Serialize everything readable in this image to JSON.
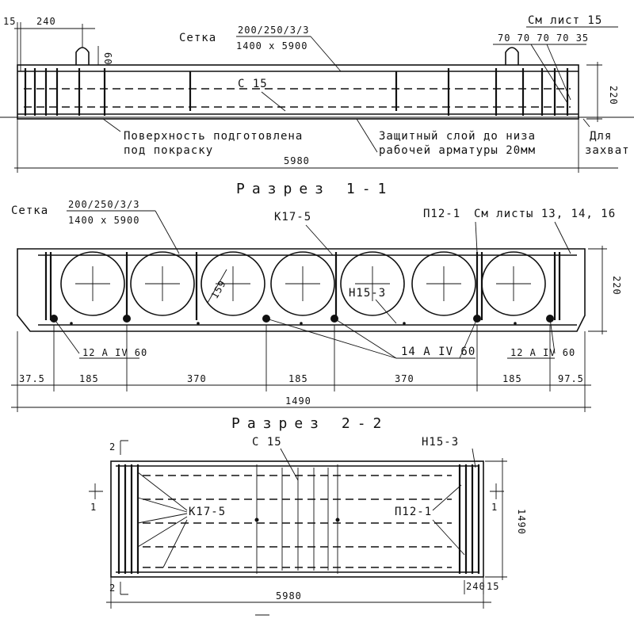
{
  "elevation": {
    "dim_top_left_a": "15",
    "dim_top_left_b": "240",
    "dim_loop_height": "60",
    "mesh_label": "Сетка",
    "mesh_spec_top": "200/250/3/3",
    "mesh_spec_bottom": "1400 x 5900",
    "ref_sheet": "См лист 15",
    "right_spacing": "70 70 70 70 35",
    "dim_height": "220",
    "bar_c": "С 15",
    "surface_note_1": "Поверхность подготовлена",
    "surface_note_2": "под покраску",
    "cover_note_1": "Защитный слой до низа",
    "cover_note_2": "рабочей арматуры 20мм",
    "grip_note_1": "Для",
    "grip_note_2": "захват",
    "dim_length": "5980"
  },
  "section_1": {
    "title": "Разрез 1-1",
    "mesh_label": "Сетка",
    "mesh_spec_top": "200/250/3/3",
    "mesh_spec_bottom": "1400 x 5900",
    "frame_k": "К17-5",
    "frame_p": "П12-1",
    "ref_sheets": "См листы 13, 14, 16",
    "hole_dia": "159",
    "frame_n": "Н15-3",
    "dim_height": "220",
    "rebar_left": "12 А IV 60",
    "rebar_mid": "14 А IV 60",
    "rebar_right": "12 А IV 60",
    "dims_bottom": [
      "37.5",
      "185",
      "370",
      "185",
      "370",
      "185",
      "97.5"
    ],
    "dim_total": "1490"
  },
  "section_2": {
    "title": "Разрез 2-2",
    "cut_mark": "2",
    "bar_c": "С 15",
    "frame_n": "Н15-3",
    "frame_k": "К17-5",
    "frame_p": "П12-1",
    "section_mark": "1",
    "dim_width": "1490",
    "dim_end_a": "240",
    "dim_end_b": "15",
    "dim_length": "5980"
  }
}
